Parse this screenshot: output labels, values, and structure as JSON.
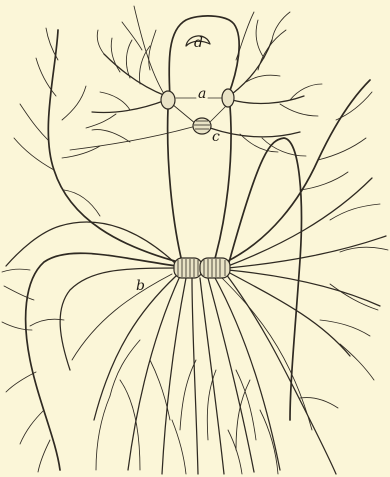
{
  "figure": {
    "labels": {
      "a": "a",
      "b": "b",
      "c": "c",
      "d": "d"
    },
    "colors": {
      "background": "#fbf6d8",
      "ink": "#2f2a22"
    }
  }
}
